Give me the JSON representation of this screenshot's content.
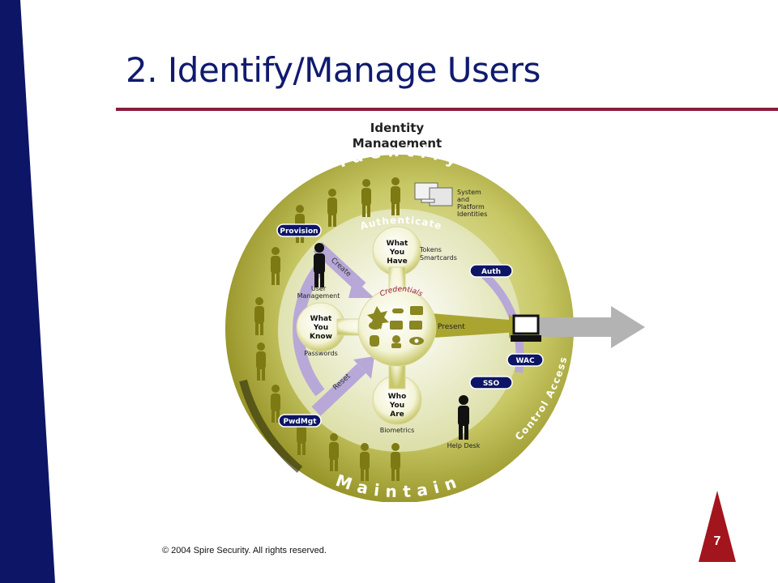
{
  "slide": {
    "title": "2. Identify/Manage Users",
    "footer": "© 2004 Spire Security. All rights reserved.",
    "page_number": "7"
  },
  "diagram": {
    "heading_line1": "Identity",
    "heading_line2": "Management",
    "ring_identify": "Identify",
    "ring_maintain": "Maintain",
    "ring_control_access": "Control Access",
    "authenticate": "Authenticate",
    "credentials": "Credentials",
    "what_you_have": [
      "What",
      "You",
      "Have"
    ],
    "what_you_know": [
      "What",
      "You",
      "Know"
    ],
    "who_you_are": [
      "Who",
      "You",
      "Are"
    ],
    "tokens": [
      "Tokens",
      "Smartcards"
    ],
    "passwords": "Passwords",
    "biometrics": "Biometrics",
    "present": "Present",
    "system_identities": [
      "System",
      "and",
      "Platform",
      "Identities"
    ],
    "user_management": [
      "User",
      "Management"
    ],
    "help_desk": "Help Desk",
    "create": "Create",
    "reset": "Reset",
    "pills": {
      "provision": "Provision",
      "pwdmgt": "PwdMgt",
      "auth": "Auth",
      "wac": "WAC",
      "sso": "SSO"
    }
  },
  "colors": {
    "navy": "#0d1566",
    "maroon": "#8b1b3c",
    "olive": "#a9a530",
    "light_olive": "#e8e9b8",
    "lavender": "#b7a8d8",
    "gray_arrow": "#b3b3b3",
    "red_badge": "#a3151c"
  }
}
